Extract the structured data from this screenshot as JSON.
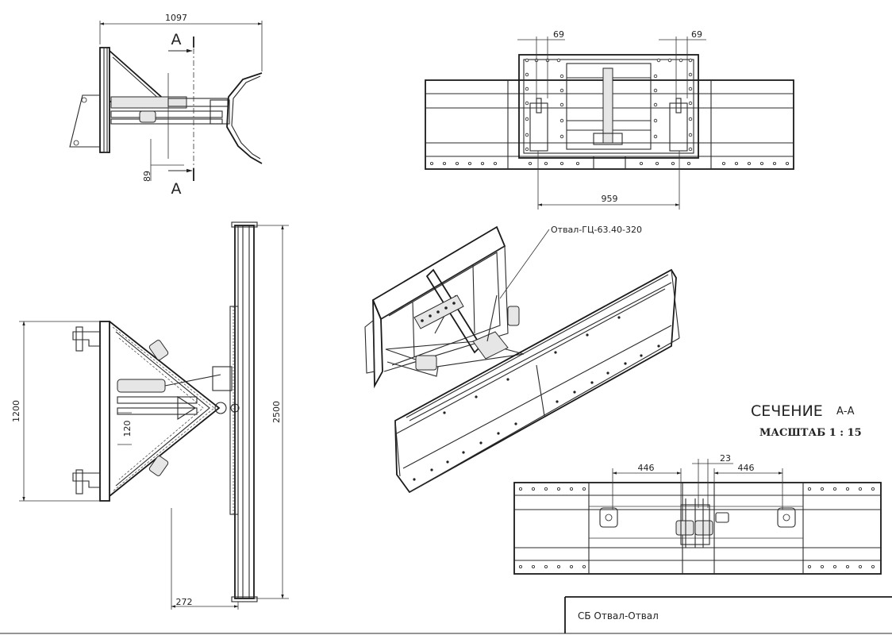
{
  "dimensions": {
    "top_width": "1097",
    "top_offset": "89",
    "top_hole_left": "69",
    "top_hole_right": "69",
    "top_span": "959",
    "side_height": "1200",
    "side_width": "120",
    "blade_length": "2500",
    "bottom_offset": "272",
    "section_left": "446",
    "section_right": "446",
    "section_gap": "23"
  },
  "section_marks": {
    "top": "A",
    "bottom": "A"
  },
  "callout": "Отвал-ГЦ-63.40-320",
  "section": {
    "title": "СЕЧЕНИЕ",
    "id": "А-А",
    "scale": "МАСШТАБ 1 : 15"
  },
  "title_block": {
    "name": "СБ Отвал-Отвал"
  }
}
